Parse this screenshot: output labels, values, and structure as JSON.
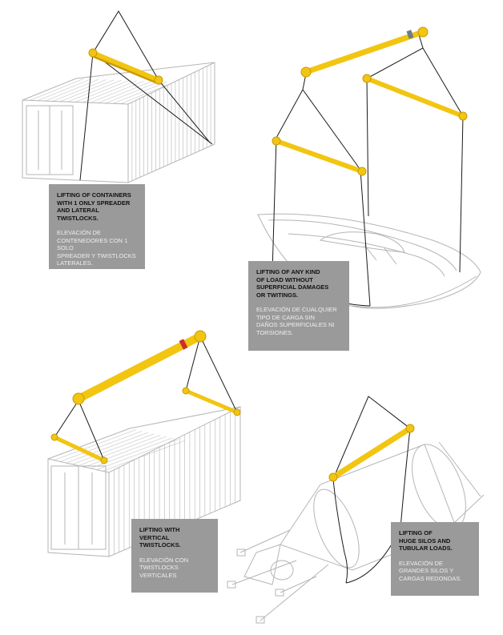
{
  "colors": {
    "spreader": "#f2c511",
    "spreader_shadow": "#c99a06",
    "sling": "#1a1a1a",
    "outline": "#b5b5b5",
    "caption_bg": "#9a9a9a",
    "accent": "#c8302c",
    "coupling": "#6b7c8c"
  },
  "captions": [
    {
      "en": "LIFTING OF CONTAINERS\nWITH 1 ONLY SPREADER\nAND LATERAL\nTWISTLOCKS.",
      "es": "ELEVACIÓN DE\nCONTENEDORES CON 1 SOLO\nSPREADER Y TWISTLOCKS\nLATERALES."
    },
    {
      "en": "LIFTING OF ANY KIND\nOF LOAD WITHOUT\nSUPERFICIAL DAMAGES\nOR TWITINGS.",
      "es": "ELEVACIÓN DE CUALQUIER\nTIPO DE CARGA SIN\nDAÑOS SUPERFICIALES NI\nTORSIONES."
    },
    {
      "en": "LIFTING WITH\nVERTICAL\nTWISTLOCKS.",
      "es": "ELEVACIÓN CON\nTWISTLOCKS\nVERTICALES"
    },
    {
      "en": "LIFTING OF\nHUGE SILOS AND\nTUBULAR LOADS.",
      "es": "ELEVACIÓN DE\nGRANDES SILOS Y\nCARGAS REDONDAS."
    }
  ],
  "icons": [
    "spreader-beam-icon",
    "shackle-icon",
    "container-icon",
    "boat-icon",
    "silo-icon"
  ]
}
